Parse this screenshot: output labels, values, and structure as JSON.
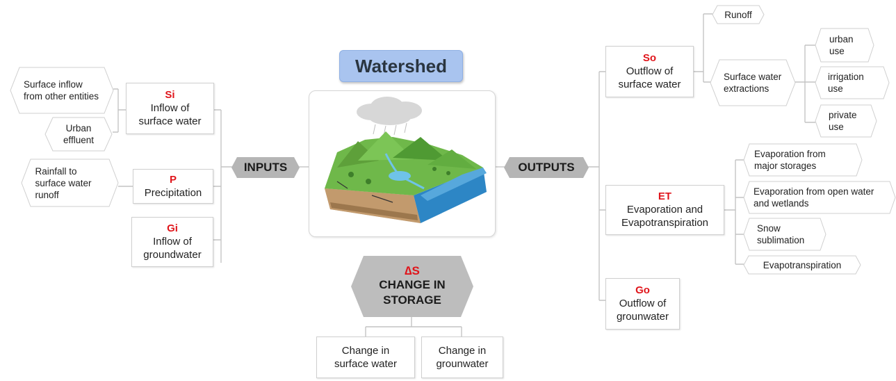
{
  "title": "Watershed",
  "inputs": {
    "label": "INPUTS",
    "si": {
      "code": "Si",
      "text": "Inflow of surface water"
    },
    "p": {
      "code": "P",
      "text": "Precipitation"
    },
    "gi": {
      "code": "Gi",
      "text": "Inflow of groundwater"
    },
    "surface_inflow": "Surface inflow from other entities",
    "urban_effluent": "Urban effluent",
    "rainfall_runoff": "Rainfall to surface water runoff"
  },
  "outputs": {
    "label": "OUTPUTS",
    "so": {
      "code": "So",
      "text": "Outflow of surface water"
    },
    "et": {
      "code": "ET",
      "text": "Evaporation and Evapotranspiration"
    },
    "go": {
      "code": "Go",
      "text": "Outflow of grounwater"
    },
    "runoff": "Runoff",
    "surface_extractions": "Surface water extractions",
    "urban_use": "urban use",
    "irrigation_use": "irrigation use",
    "private_use": "private use",
    "evap_major": "Evaporation from major storages",
    "evap_open": "Evaporation from open water and wetlands",
    "snow": "Snow sublimation",
    "evapotranspiration": "Evapotranspiration"
  },
  "storage": {
    "symbol": "∆S",
    "label": "CHANGE IN STORAGE",
    "surface": "Change in surface water",
    "ground": "Change in grounwater"
  },
  "colors": {
    "code_red": "#e0151b",
    "title_blue": "#a9c4ef",
    "tag_gray": "#b5b5b5",
    "storage_gray": "#bdbdbd"
  }
}
